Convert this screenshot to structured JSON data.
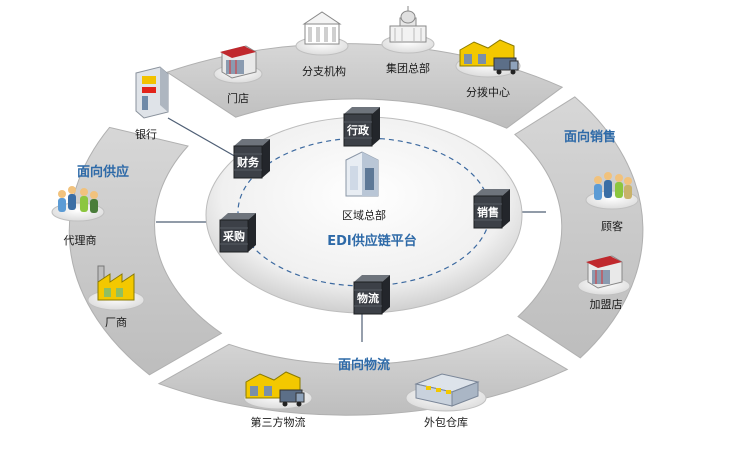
{
  "platform": {
    "title": "EDI供应链平台",
    "hq_label": "区域总部"
  },
  "cubes": {
    "admin": "行政",
    "finance": "财务",
    "purchase": "采购",
    "sales": "销售",
    "logistics": "物流"
  },
  "sections": {
    "supply": "面向供应",
    "sales": "面向销售",
    "logistics": "面向物流"
  },
  "nodes": {
    "bank": "银行",
    "store": "门店",
    "branch": "分支机构",
    "group_hq": "集团总部",
    "distribution": "分拨中心",
    "agent": "代理商",
    "factory": "厂商",
    "customer": "顾客",
    "franchise": "加盟店",
    "third_party": "第三方物流",
    "warehouse": "外包仓库"
  },
  "colors": {
    "accent": "#2e6aa8",
    "ring": "#c9c9c9",
    "cube": "#3c4047"
  }
}
